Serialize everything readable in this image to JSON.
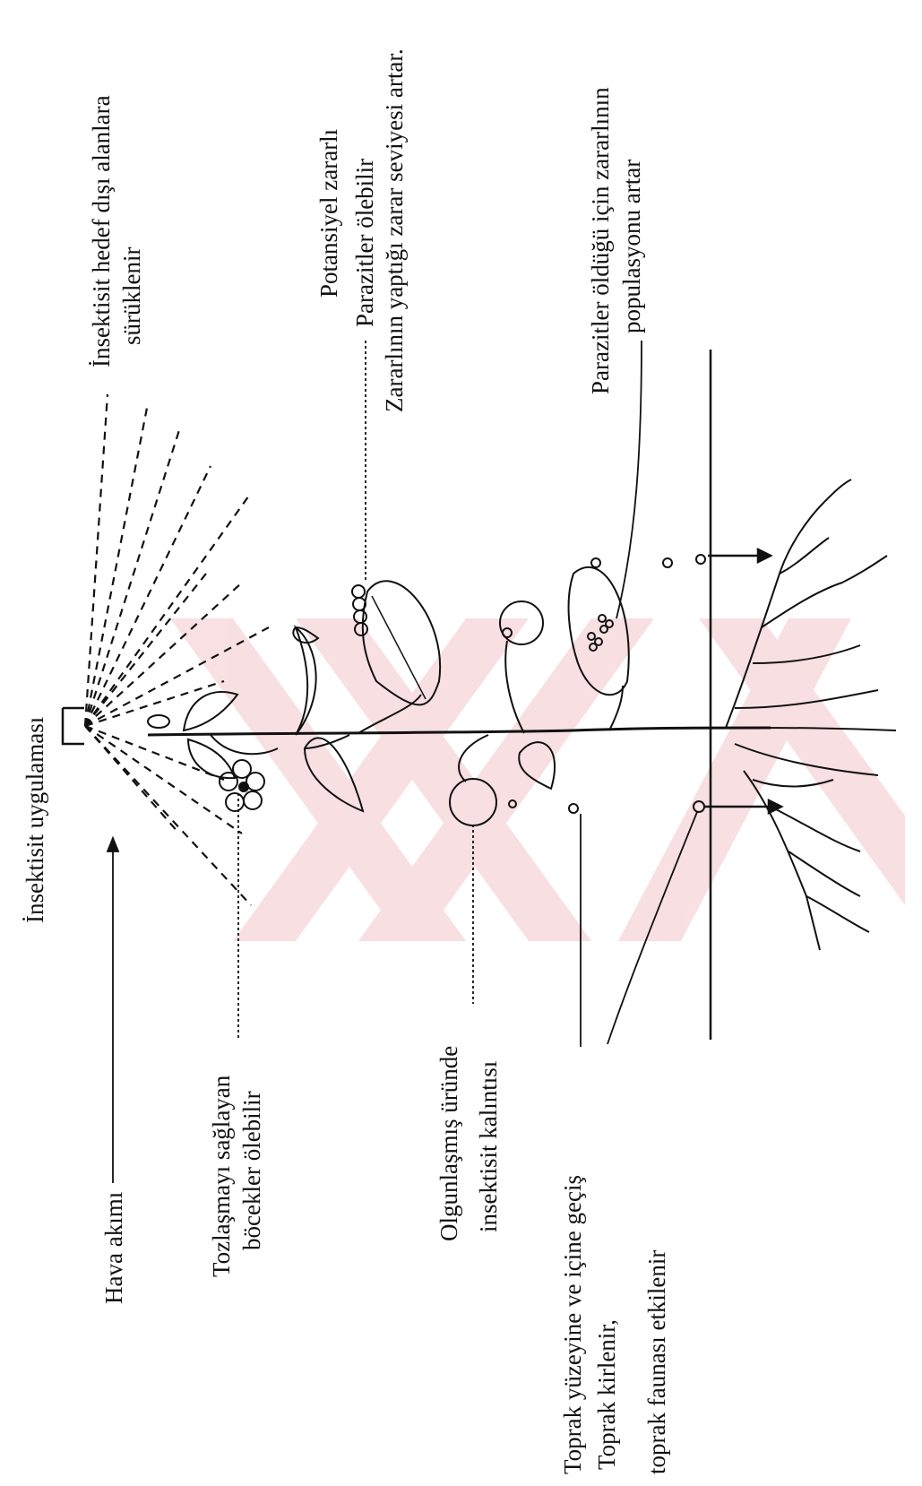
{
  "labels": {
    "application": "İnsektisit uygulaması",
    "drift_line1": "İnsektisit hedef dışı alanlara",
    "drift_line2": "sürüklenir",
    "potential_pest": "Potansiyel zararlı",
    "parasites_die": "Parazitler ölebilir",
    "damage_increase": "Zararlının yaptığı zarar seviyesi artar.",
    "pest_pop_line1": "Parazitler öldüğü için zararlının",
    "pest_pop_line2": "populasyonu artar",
    "air_flow": "Hava akımı",
    "pollinators_line1": "Tozlaşmayı sağlayan",
    "pollinators_line2": "böcekler ölebilir",
    "residue_line1": "Olgunlaşmış üründe",
    "residue_line2": "insektisit kalıntısı",
    "soil_transfer": "Toprak yüzeyine ve içine geçiş",
    "soil_pollution": "Toprak kirlenir,",
    "soil_fauna": "toprak faunası etkilenir"
  },
  "colors": {
    "ink": "#111111",
    "watermark": "#f3c6cc"
  }
}
